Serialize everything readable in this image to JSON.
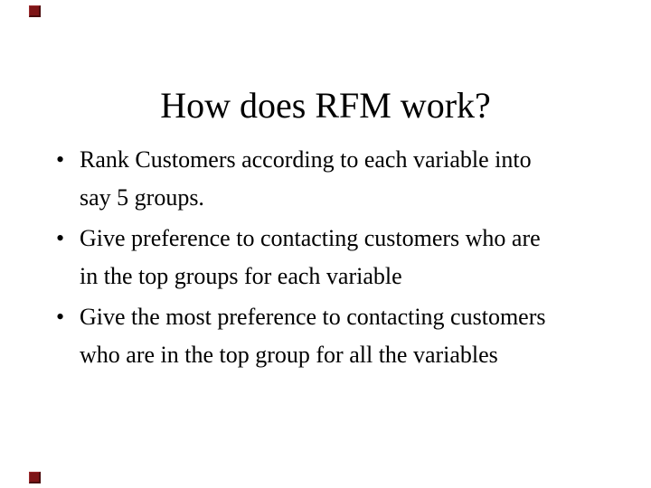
{
  "slide": {
    "title": "How does RFM work?",
    "bullets": [
      {
        "marker": "•",
        "lines": [
          "Rank Customers according to each variable into",
          "say 5 groups."
        ]
      },
      {
        "marker": "•",
        "lines": [
          "Give preference to contacting customers who are",
          "in the top groups for each variable"
        ]
      },
      {
        "marker": "•",
        "lines": [
          "Give the most preference to contacting customers",
          "who are in the top group for all the variables"
        ]
      }
    ],
    "decoration": {
      "color": "#7E1517"
    }
  }
}
